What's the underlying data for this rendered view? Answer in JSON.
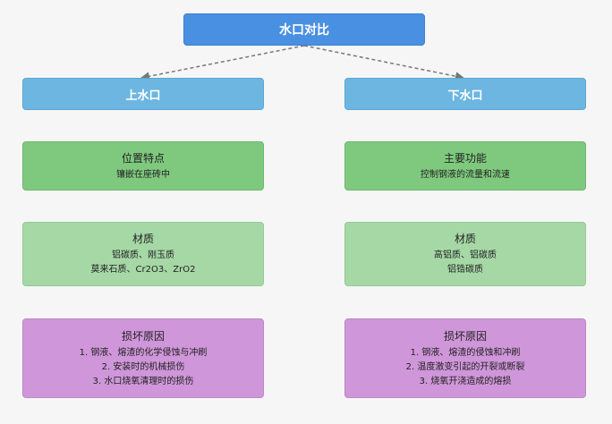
{
  "root": {
    "label": "水口对比"
  },
  "left": {
    "header": "上水口",
    "position": {
      "title": "位置特点",
      "lines": [
        "镶嵌在座砖中"
      ]
    },
    "material": {
      "title": "材质",
      "lines": [
        "铝碳质、刚玉质",
        "莫来石质、Cr2O3、ZrO2"
      ]
    },
    "damage": {
      "title": "损坏原因",
      "lines": [
        "1. 钢液、熔渣的化学侵蚀与冲刷",
        "2. 安装时的机械损伤",
        "3. 水口烧氧清理时的损伤"
      ]
    }
  },
  "right": {
    "header": "下水口",
    "function": {
      "title": "主要功能",
      "lines": [
        "控制钢液的流量和流速"
      ]
    },
    "material": {
      "title": "材质",
      "lines": [
        "高铝质、铝碳质",
        "铝锆碳质"
      ]
    },
    "damage": {
      "title": "损坏原因",
      "lines": [
        "1. 钢液、熔渣的侵蚀和冲刷",
        "2. 温度激变引起的开裂或断裂",
        "3. 烧氧开浇造成的熔损"
      ]
    }
  },
  "colors": {
    "root": "#4a90e2",
    "header": "#6cb6e1",
    "feature": "#7fc97f",
    "material": "#a6d8a6",
    "damage": "#cf96d9"
  }
}
